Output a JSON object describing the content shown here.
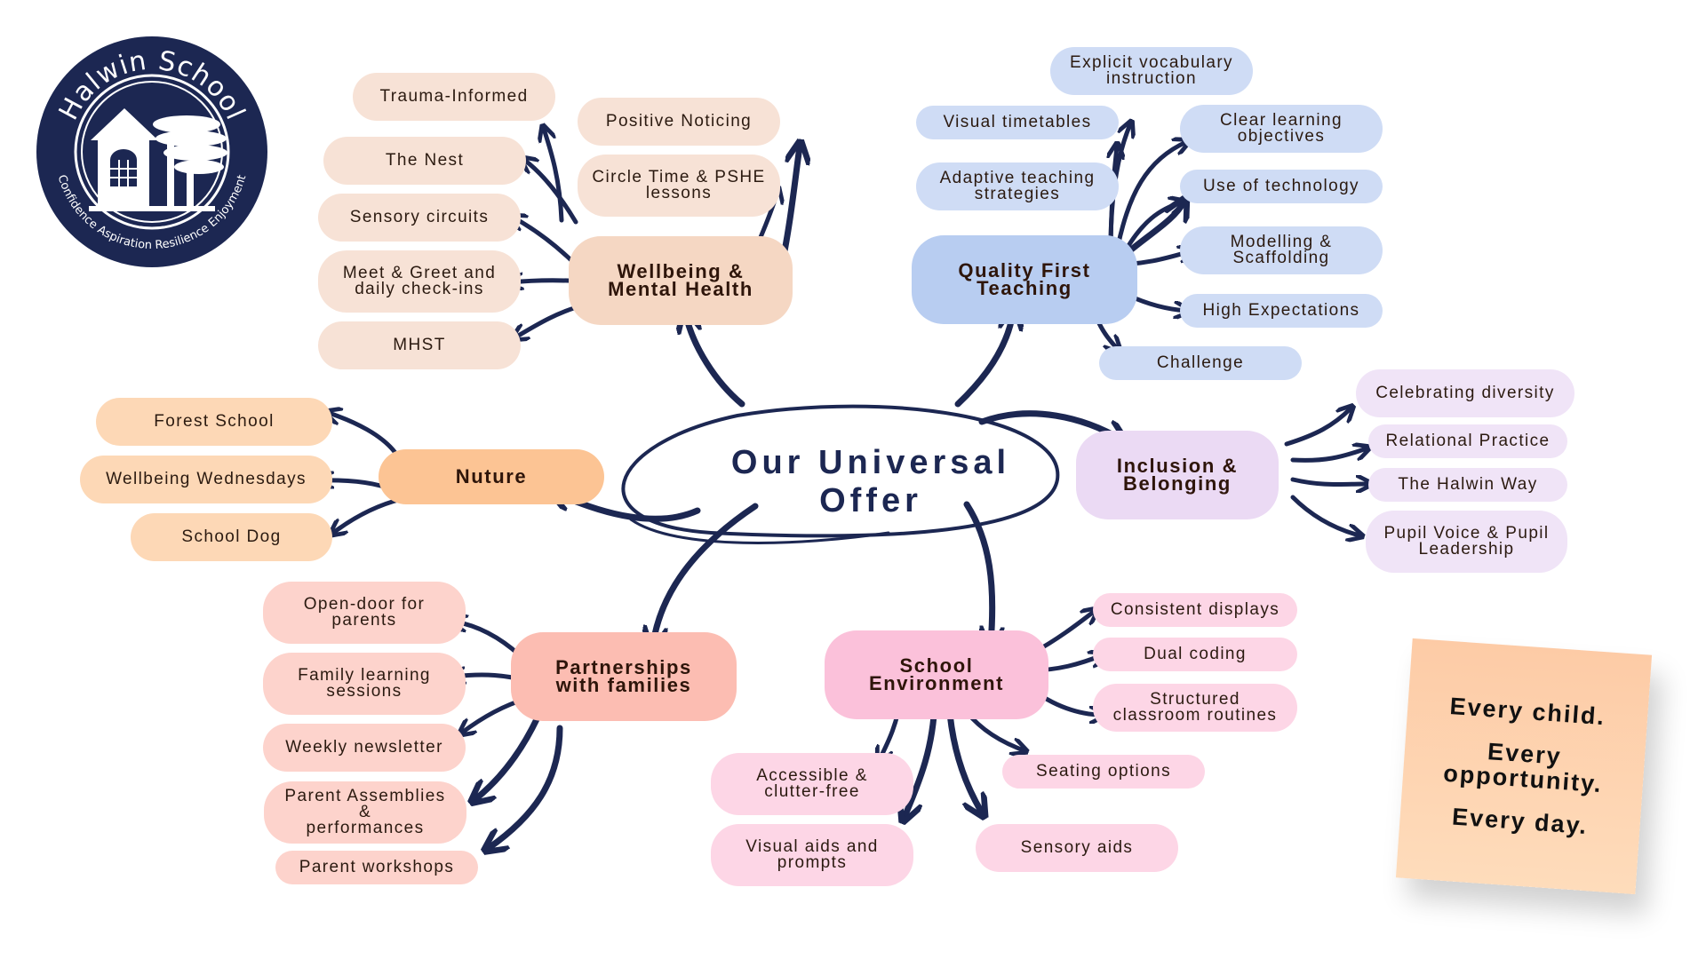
{
  "title": "Our Universal Offer",
  "logo": {
    "school_name": "Halwin School",
    "motto": "Confidence Aspiration Resilience Enjoyment"
  },
  "colors": {
    "navy": "#1c2752",
    "wellbeing": "#f5d7c3",
    "wellbeing_leaf": "#f7e2d6",
    "nurture": "#fcc494",
    "nurture_leaf": "#fdd8b6",
    "partnerships": "#fcbdb2",
    "partnerships_leaf": "#fdd3cc",
    "environment": "#fbc1da",
    "environment_leaf": "#fdd6e6",
    "qft": "#b8cdf1",
    "qft_leaf": "#cfdcf5",
    "inclusion": "#ebdaf4",
    "inclusion_leaf": "#f0e4f7"
  },
  "branches": {
    "wellbeing": {
      "label": "Wellbeing &\nMental Health",
      "items": [
        "Trauma-Informed",
        "The Nest",
        "Sensory circuits",
        "Meet & Greet and\ndaily check-ins",
        "MHST",
        "Positive Noticing",
        "Circle Time & PSHE\nlessons"
      ]
    },
    "nurture": {
      "label": "Nuture",
      "items": [
        "Forest School",
        "Wellbeing Wednesdays",
        "School Dog"
      ]
    },
    "partnerships": {
      "label": "Partnerships\nwith families",
      "items": [
        "Open-door for\nparents",
        "Family learning\nsessions",
        "Weekly newsletter",
        "Parent Assemblies &\nperformances",
        "Parent workshops"
      ]
    },
    "environment": {
      "label": "School\nEnvironment",
      "items": [
        "Consistent displays",
        "Dual coding",
        "Structured\nclassroom routines",
        "Seating options",
        "Accessible &\nclutter-free",
        "Visual aids and\nprompts",
        "Sensory aids"
      ]
    },
    "qft": {
      "label": "Quality First\nTeaching",
      "items": [
        "Explicit vocabulary\ninstruction",
        "Visual timetables",
        "Adaptive teaching\nstrategies",
        "Clear learning\nobjectives",
        "Use of technology",
        "Modelling &\nScaffolding",
        "High Expectations",
        "Challenge"
      ]
    },
    "inclusion": {
      "label": "Inclusion &\nBelonging",
      "items": [
        "Celebrating diversity",
        "Relational Practice",
        "The Halwin Way",
        "Pupil Voice & Pupil\nLeadership"
      ]
    }
  },
  "sticky_note": [
    "Every child.",
    "Every\nopportunity.",
    "Every day."
  ]
}
